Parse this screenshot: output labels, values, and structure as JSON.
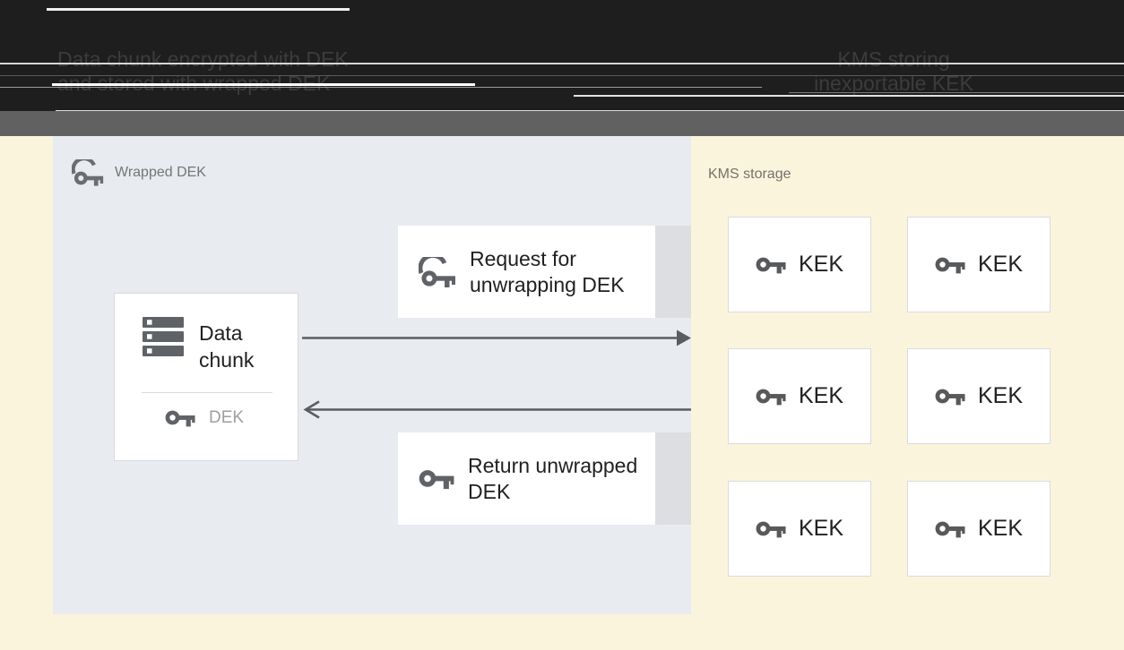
{
  "banner": {
    "left_caption": {
      "line1": "Data chunk encrypted with DEK",
      "line2": "and stored with wrapped DEK"
    },
    "right_caption": {
      "line1": "KMS storing",
      "line2": "inexportable KEK"
    }
  },
  "diagram": {
    "wrapped_dek_panel": {
      "label": "Wrapped DEK",
      "data_chunk_box": {
        "title": "Data chunk",
        "key_label": "DEK"
      },
      "request_box": {
        "text": "Request for unwrapping DEK"
      },
      "return_box": {
        "text": "Return unwrapped DEK"
      }
    },
    "kms_storage": {
      "label": "KMS storage",
      "kek_boxes": [
        {
          "label": "KEK"
        },
        {
          "label": "KEK"
        },
        {
          "label": "KEK"
        },
        {
          "label": "KEK"
        },
        {
          "label": "KEK"
        },
        {
          "label": "KEK"
        }
      ]
    }
  },
  "icons": {
    "wrapped_key": "wrapped-key-icon",
    "key": "key-icon",
    "storage": "storage-icon",
    "arrow_right": "arrow-right-icon",
    "arrow_left": "arrow-left-icon"
  },
  "colors": {
    "banner_bg": "#1E1E1E",
    "banner_text": "#3C3C3C",
    "gray_bar": "#616161",
    "page_bg": "#FBF4DD",
    "panel_bg": "#E8EBEF",
    "box_bg": "#FFFFFF",
    "box_border": "#D9DBDE",
    "side_strip": "#DCDEE1",
    "icon_gray": "#5F6368",
    "text_dark": "#212121",
    "text_gray": "#757575",
    "dek_text": "#9E9EA3",
    "arrow": "#5A5D60"
  }
}
